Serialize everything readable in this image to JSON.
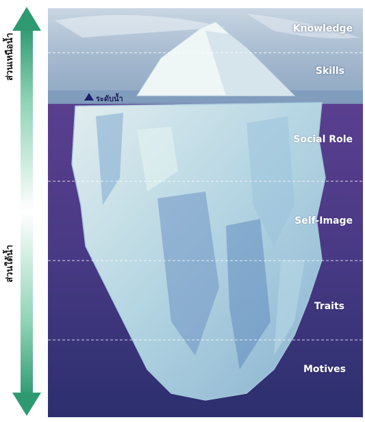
{
  "layers": [
    {
      "label": "Knowledge"
    },
    {
      "label": "Skills"
    },
    {
      "label": "Social Role"
    },
    {
      "label": "Self-Image"
    },
    {
      "label": "Traits"
    },
    {
      "label": "Motives"
    }
  ],
  "side_labels": {
    "above_water": "ส่วนเหนือน้ำ",
    "below_water": "ส่วนใต้น้ำ"
  },
  "waterline_label": "ระดับน้ำ",
  "colors": {
    "sky": "#9fb7cf",
    "deep_water": "#3b2f74",
    "ice": "#cfe9ef",
    "arrow": "#3aa77a"
  }
}
